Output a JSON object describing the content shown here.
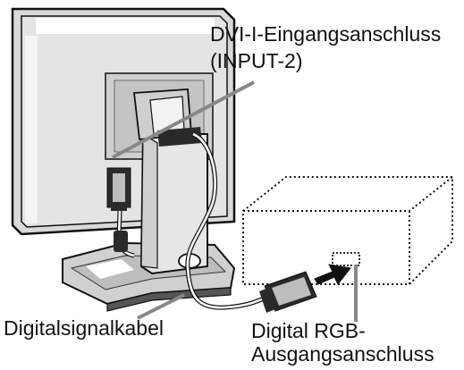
{
  "labels": {
    "dvi_input_line1": "DVI-I-Eingangsanschluss",
    "dvi_input_line2": "(INPUT-2)",
    "signal_cable": "Digitalsignalkabel",
    "rgb_output_line1": "Digital RGB-",
    "rgb_output_line2": "Ausgangsanschluss"
  },
  "colors": {
    "monitor_fill": "#d9d9d9",
    "stand_fill": "#e6e6e6",
    "dark": "#2a2a2a",
    "outline": "#111111",
    "leader_line": "#888888"
  }
}
